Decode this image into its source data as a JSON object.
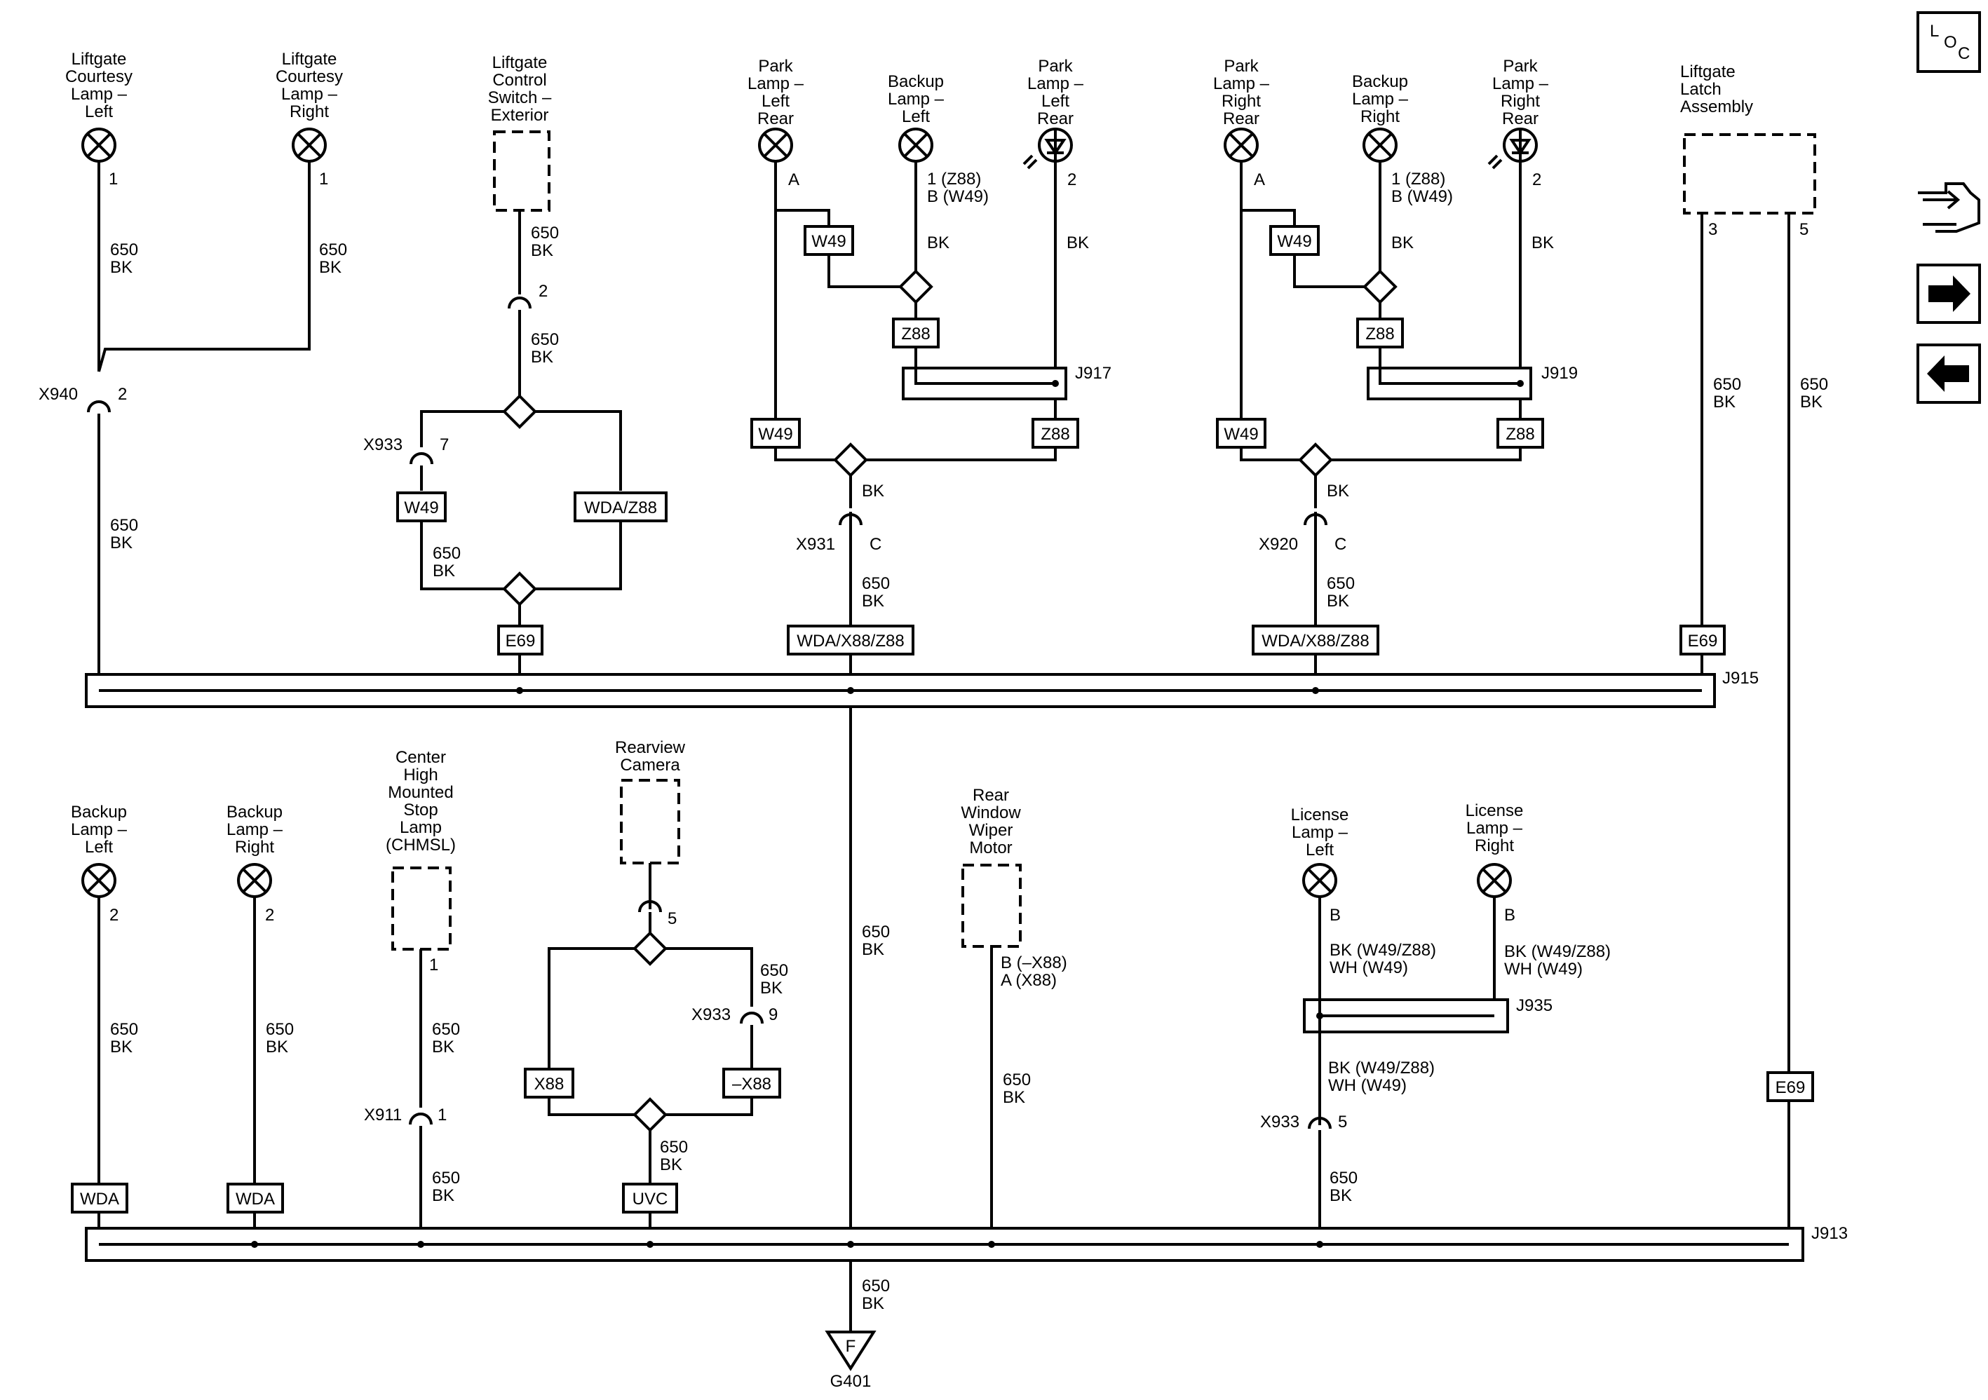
{
  "colors": {
    "ink": "#000000",
    "paper": "#ffffff"
  },
  "nav_icons": {
    "loc_label": "LOC",
    "loc_letters": [
      "L",
      "O",
      "C"
    ],
    "service_icon": "connector-service-icon",
    "next_icon": "arrow-right-icon",
    "prev_icon": "arrow-left-icon"
  },
  "components": {
    "liftgate_courtesy_left": {
      "lines": [
        "Liftgate",
        "Courtesy",
        "Lamp –",
        "Left"
      ],
      "pin": "1"
    },
    "liftgate_courtesy_right": {
      "lines": [
        "Liftgate",
        "Courtesy",
        "Lamp –",
        "Right"
      ],
      "pin": "1"
    },
    "liftgate_control_switch": {
      "lines": [
        "Liftgate",
        "Control",
        "Switch –",
        "Exterior"
      ]
    },
    "park_lamp_left_rear": {
      "lines": [
        "Park",
        "Lamp –",
        "Left",
        "Rear"
      ],
      "pin": "A"
    },
    "backup_lamp_left_upper": {
      "lines": [
        "Backup",
        "Lamp –",
        "Left"
      ],
      "pin": [
        "1 (Z88)",
        "B (W49)"
      ]
    },
    "park_lamp_left_rear_led": {
      "lines": [
        "Park",
        "Lamp –",
        "Left",
        "Rear"
      ],
      "pin": "2"
    },
    "park_lamp_right_rear": {
      "lines": [
        "Park",
        "Lamp –",
        "Right",
        "Rear"
      ],
      "pin": "A"
    },
    "backup_lamp_right_upper": {
      "lines": [
        "Backup",
        "Lamp –",
        "Right"
      ],
      "pin": [
        "1 (Z88)",
        "B (W49)"
      ]
    },
    "park_lamp_right_rear_led": {
      "lines": [
        "Park",
        "Lamp –",
        "Right",
        "Rear"
      ],
      "pin": "2"
    },
    "liftgate_latch": {
      "lines": [
        "Liftgate",
        "Latch",
        "Assembly"
      ],
      "pins": [
        "3",
        "5"
      ]
    },
    "backup_lamp_left_lower": {
      "lines": [
        "Backup",
        "Lamp –",
        "Left"
      ],
      "pin": "2"
    },
    "backup_lamp_right_lower": {
      "lines": [
        "Backup",
        "Lamp –",
        "Right"
      ],
      "pin": "2"
    },
    "chmsl": {
      "lines": [
        "Center",
        "High",
        "Mounted",
        "Stop",
        "Lamp",
        "(CHMSL)"
      ],
      "pin": "1"
    },
    "rearview_camera": {
      "lines": [
        "Rearview",
        "Camera"
      ]
    },
    "rear_wiper": {
      "lines": [
        "Rear",
        "Window",
        "Wiper",
        "Motor"
      ],
      "pin": [
        "B (–X88)",
        "A (X88)"
      ]
    },
    "license_lamp_left": {
      "lines": [
        "License",
        "Lamp –",
        "Left"
      ],
      "pin": "B",
      "wire": [
        "BK (W49/Z88)",
        "WH (W49)"
      ]
    },
    "license_lamp_right": {
      "lines": [
        "License",
        "Lamp –",
        "Right"
      ],
      "pin": "B",
      "wire": [
        "BK (W49/Z88)",
        "WH (W49)"
      ]
    }
  },
  "wire": {
    "circuit": "650",
    "color": "BK"
  },
  "license_wire_below": [
    "BK (W49/Z88)",
    "WH (W49)"
  ],
  "connectors": {
    "x940": {
      "name": "X940",
      "pin": "2"
    },
    "x933_a": {
      "name": "X933",
      "pin": "7"
    },
    "x931": {
      "name": "X931",
      "pin": "C"
    },
    "x920": {
      "name": "X920",
      "pin": "C"
    },
    "switch_pin": {
      "pin": "2"
    },
    "camera_pin": {
      "pin": "5"
    },
    "x933_b": {
      "name": "X933",
      "pin": "9"
    },
    "x911": {
      "name": "X911",
      "pin": "1"
    },
    "x933_c": {
      "name": "X933",
      "pin": "5"
    }
  },
  "options": {
    "w49": "W49",
    "z88": "Z88",
    "wda_z88": "WDA/Z88",
    "e69": "E69",
    "wda_x88_z88": "WDA/X88/Z88",
    "wda": "WDA",
    "uvc": "UVC",
    "x88": "X88",
    "nx88": "–X88"
  },
  "splices": {
    "j917": "J917",
    "j919": "J919",
    "j915": "J915",
    "j935": "J935",
    "j913": "J913"
  },
  "ground": {
    "letter": "F",
    "name": "G401"
  }
}
